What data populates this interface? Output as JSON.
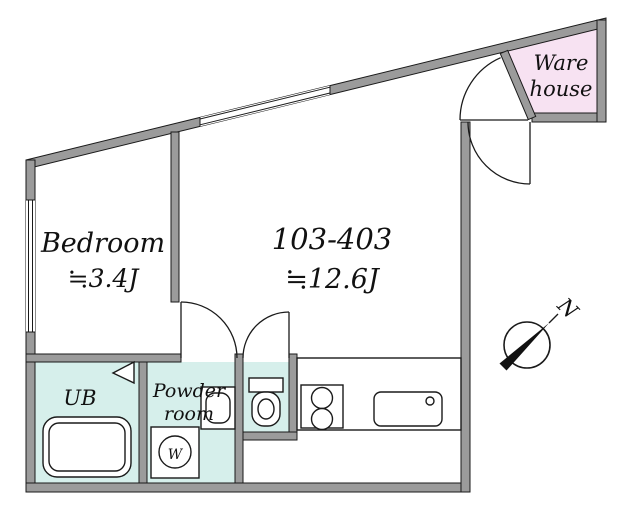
{
  "colors": {
    "wall_fill": "#9b9b9b",
    "wet_area_fill": "#d6efeb",
    "warehouse_fill": "#f7e2f2",
    "line": "#1a1a1a"
  },
  "rooms": {
    "warehouse": {
      "line1": "Ware",
      "line2": "house"
    },
    "bedroom": {
      "name": "Bedroom",
      "size": "≒3.4J"
    },
    "main": {
      "name": "103-403",
      "size": "≒12.6J"
    },
    "unit_bath": {
      "label": "UB"
    },
    "powder": {
      "line1": "Powder",
      "line2": "room"
    }
  },
  "fixtures": {
    "washer_label": "W"
  },
  "compass": {
    "label": "N"
  }
}
